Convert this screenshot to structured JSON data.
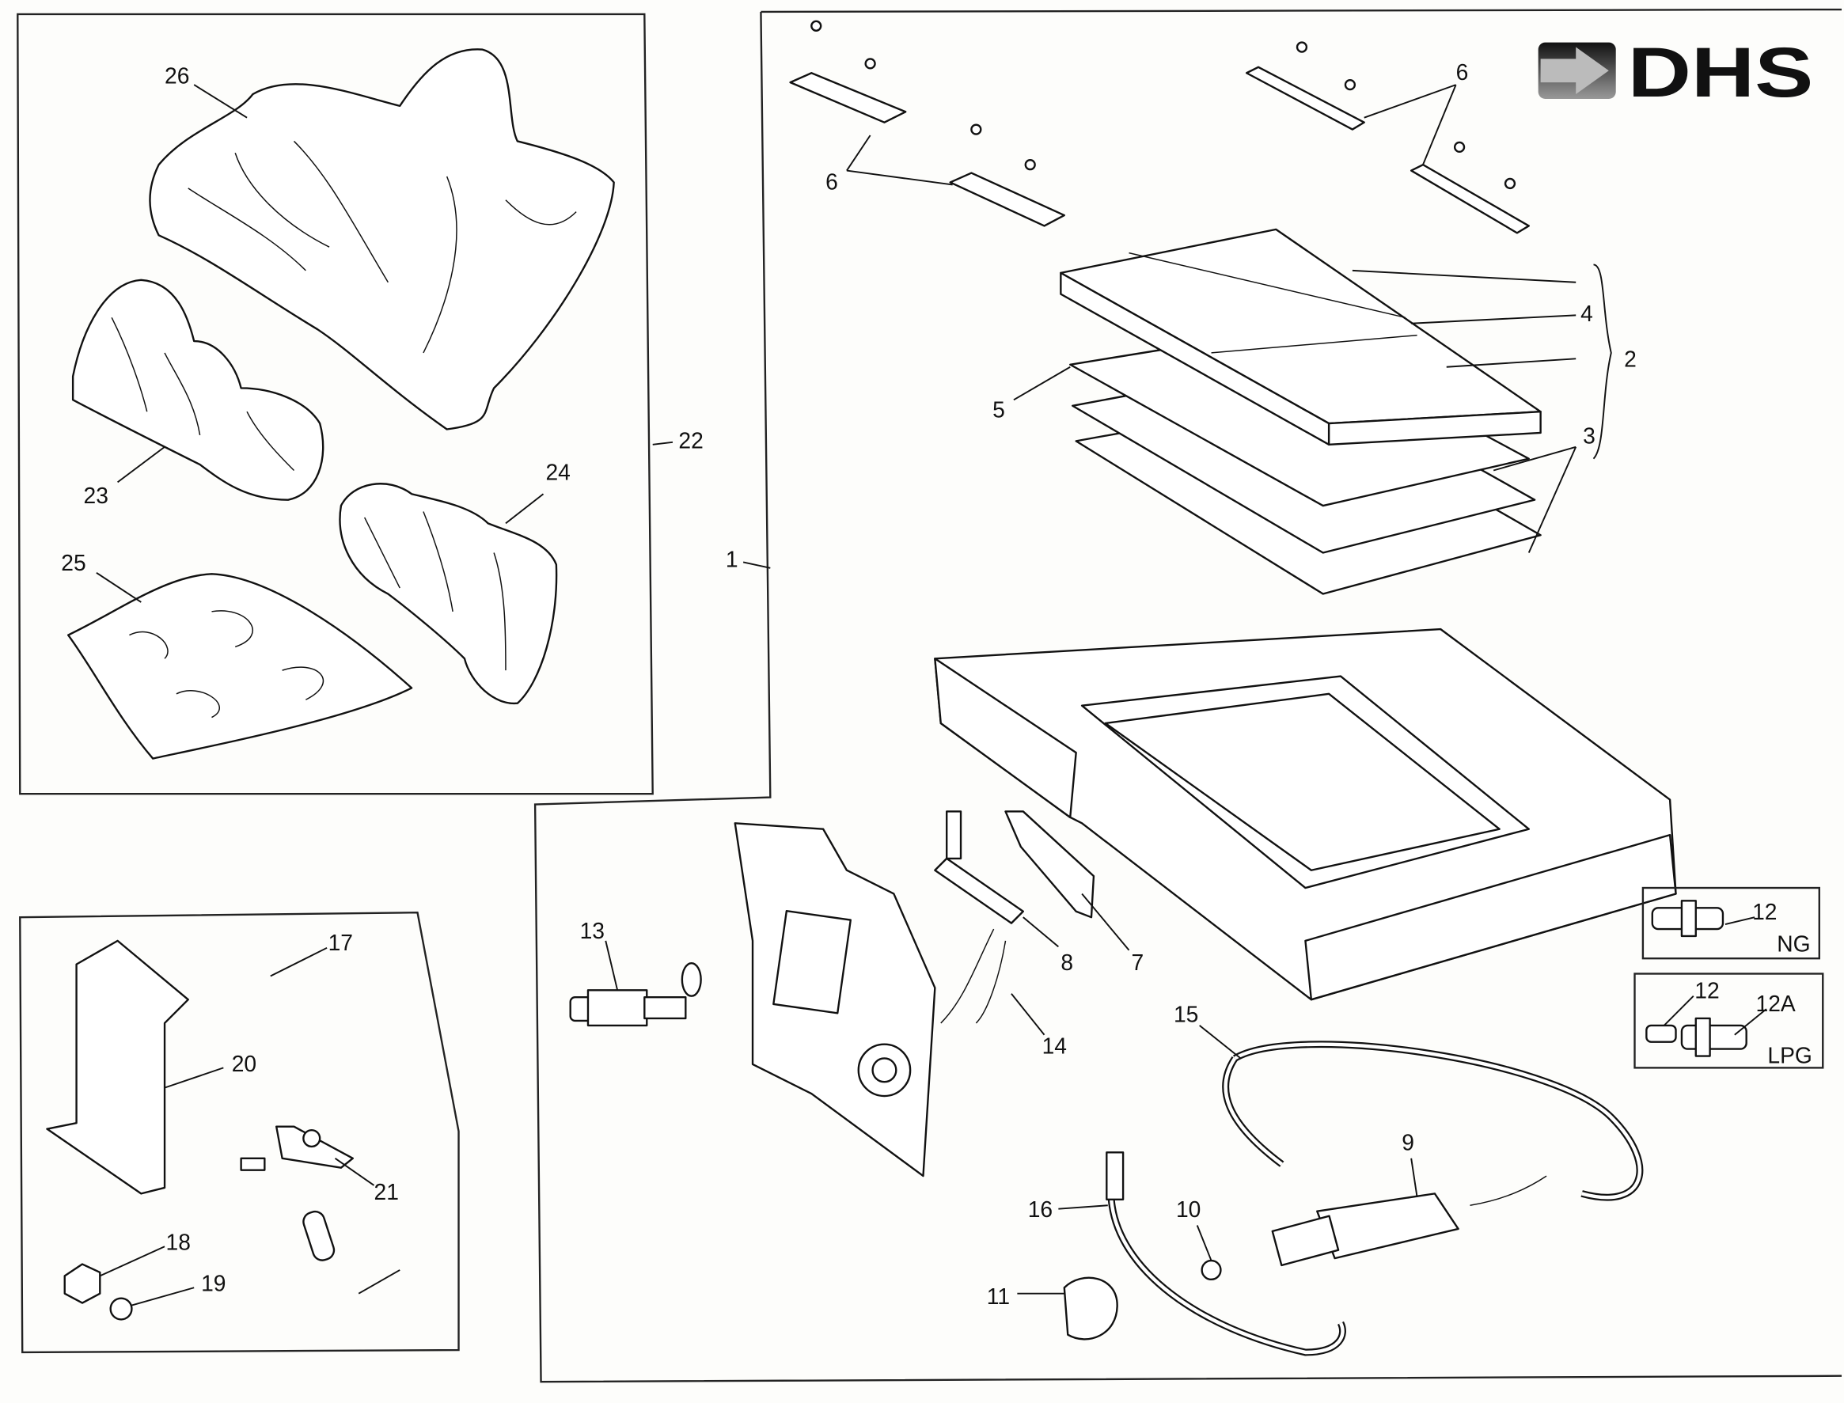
{
  "logo": {
    "text": "DHS",
    "icon": "arrow-right-icon"
  },
  "callouts": {
    "p26": "26",
    "p23": "23",
    "p25": "25",
    "p24": "24",
    "p22": "22",
    "p1": "1",
    "p6a": "6",
    "p6b": "6",
    "p4": "4",
    "p2": "2",
    "p3": "3",
    "p5": "5",
    "p13": "13",
    "p8": "8",
    "p7": "7",
    "p14": "14",
    "p15": "15",
    "p9": "9",
    "p16": "16",
    "p10": "10",
    "p11": "11",
    "p17": "17",
    "p20": "20",
    "p21": "21",
    "p18": "18",
    "p19": "19"
  },
  "inset_ng": {
    "part": "12",
    "gas": "NG"
  },
  "inset_lpg": {
    "part_a": "12",
    "part_b": "12A",
    "gas": "LPG"
  }
}
